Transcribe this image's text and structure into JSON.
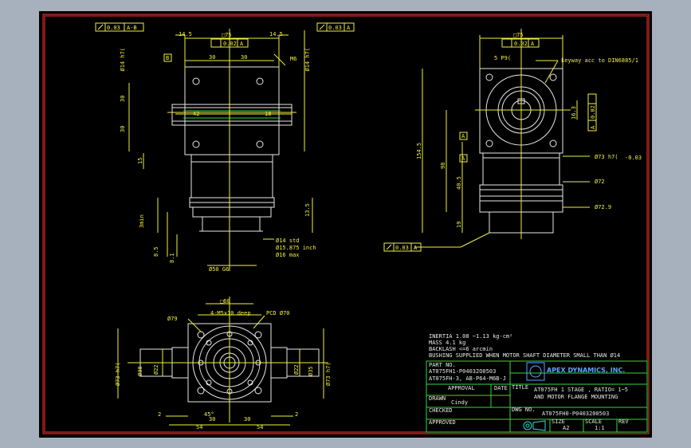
{
  "notes": {
    "line1": "INERTIA  1.08 ~1.13  kg-cm²",
    "line2": "MASS  4.1  kg",
    "line3": "BACKLASH <=6 arcmin",
    "line4": "BUSHING SUPPLIED WHEN MOTOR SHAFT DIAMETER SMALL THAN Ø14"
  },
  "titleblock": {
    "part_no_label": "PART NO.",
    "part_no_1": "AT075FH1-P04032O0503",
    "part_no_2": "AT075FH-3, AB-P64-M6B-J",
    "company": "APEX DYNAMICS, INC.",
    "approval_label": "APPROVAL",
    "date_label": "DATE",
    "title_label": "TITLE",
    "title_1": "AT075FH 1 STAGE , RATIO= 1~5",
    "title_2": "AND MOTOR FLANGE MOUNTING",
    "drawn_label": "DRAWN",
    "drawn_value": "Cindy",
    "checked_label": "CHECKED",
    "dwg_label": "DWG NO.",
    "dwg_value": "AT075FH0-P0403200503",
    "approved_label": "APPROVED",
    "size_label": "SIZE",
    "size_value": "A2",
    "scale_label": "SCALE",
    "scale_value": "1:1",
    "rev_label": "REV"
  },
  "dims": {
    "fc_tl_tol": "0.03",
    "fc_tl_datum": "A-B",
    "fc_tr_tol": "0.03",
    "fc_tr_datum": "A",
    "d75": "□75",
    "fc_top_tol": "0.02",
    "fc_top_datum": "A",
    "d14_5a": "14.5",
    "d14_5b": "14.5",
    "datumB": "B",
    "d30a": "30",
    "d30b": "30",
    "m6": "M6",
    "d14h7": "Ø14 h7(",
    "d14h7_r": "Ø14 h7(",
    "v30": "30",
    "v30b": "30",
    "d42": "42",
    "d18": "18",
    "v15": "15",
    "v3min": "3min",
    "v13_5": "13.5",
    "v8_5": "8.5",
    "v8_1": "8.1",
    "d14std": "Ø14  std",
    "d15875": "Ø15.875  inch",
    "d16max": "Ø16  max",
    "d50g6": "Ø50 G6",
    "d75b": "□75",
    "fc_rt_tol": "0.02",
    "fc_rt_datum": "A",
    "p5": "5 P9(",
    "keyway": "keyway acc to DIN6885/1",
    "d16_3": "16.3",
    "fc_vert_tol": "0.02",
    "fc_vert_datum": "A",
    "d73h7": "Ø73 h7(",
    "d73h7_tol": "-0.03",
    "d72": "Ø72",
    "d72_9": "Ø72.9",
    "v154_5": "154.5",
    "v98": "98",
    "v40_5": "40.5",
    "v19": "19",
    "datumA": "A",
    "datumA2": "A",
    "fc_bl_tol": "0.03",
    "fc_bl_datum": "A",
    "d60": "□60",
    "m5": "4-M5x10 deep",
    "pcd70": "PCD Ø70",
    "d79": "Ø79",
    "d30": "Ø30",
    "d22": "Ø22",
    "d73b": "Ø73 h7(",
    "d22b": "Ø22",
    "d35": "Ø35",
    "d73c": "Ø73 h7(",
    "deg45": "45°",
    "v2a": "2",
    "v2b": "2",
    "v54a": "54",
    "v54b": "54",
    "v30c": "30",
    "v30d": "30"
  }
}
